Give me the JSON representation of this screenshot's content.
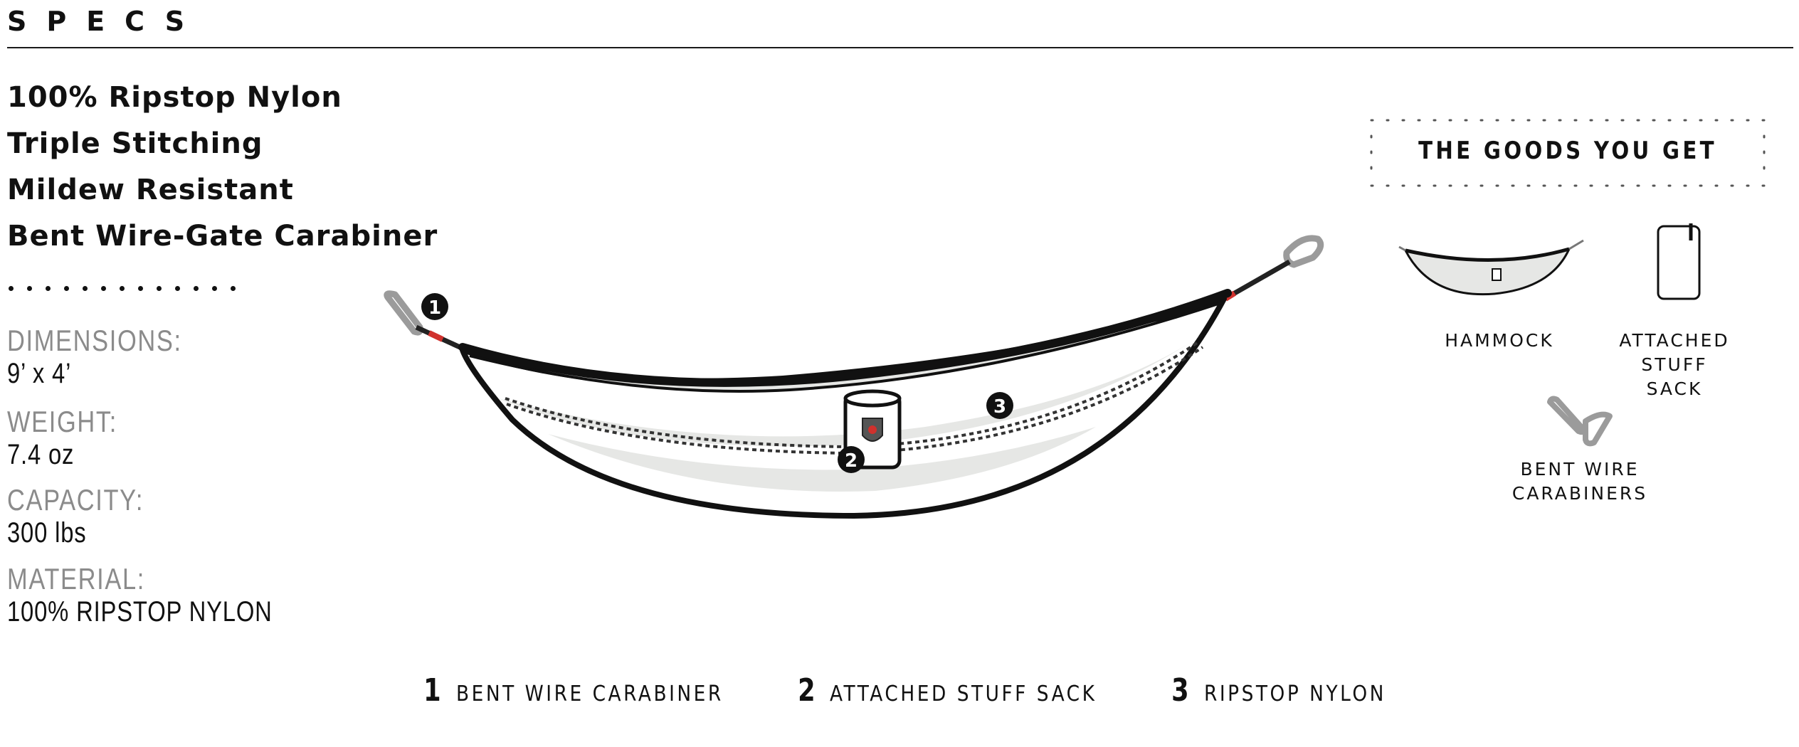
{
  "header": {
    "title": "SPECS"
  },
  "features": [
    "100% Ripstop Nylon",
    "Triple Stitching",
    "Mildew Resistant",
    "Bent Wire-Gate Carabiner"
  ],
  "specs": [
    {
      "label": "DIMENSIONS:",
      "value": "9’ x 4’"
    },
    {
      "label": "WEIGHT:",
      "value": "7.4 oz"
    },
    {
      "label": "CAPACITY:",
      "value": "300 lbs"
    },
    {
      "label": "MATERIAL:",
      "value": "100% RIPSTOP NYLON"
    }
  ],
  "callouts": [
    "1",
    "2",
    "3"
  ],
  "goods": {
    "title": "THE GOODS YOU GET",
    "items": [
      {
        "icon": "hammock-icon",
        "label": "HAMMOCK"
      },
      {
        "icon": "stuff-sack-icon",
        "label": "ATTACHED\nSTUFF SACK"
      },
      {
        "icon": "carabiners-icon",
        "label": "BENT WIRE\nCARABINERS"
      }
    ]
  },
  "legend": [
    {
      "number": "1",
      "label": "BENT WIRE CARABINER"
    },
    {
      "number": "2",
      "label": "ATTACHED STUFF SACK"
    },
    {
      "number": "3",
      "label": "RIPSTOP NYLON"
    }
  ],
  "colors": {
    "text": "#111111",
    "muted": "#8b8b8b",
    "accent": "#d0312d",
    "fabric": "#e6e7e5"
  }
}
